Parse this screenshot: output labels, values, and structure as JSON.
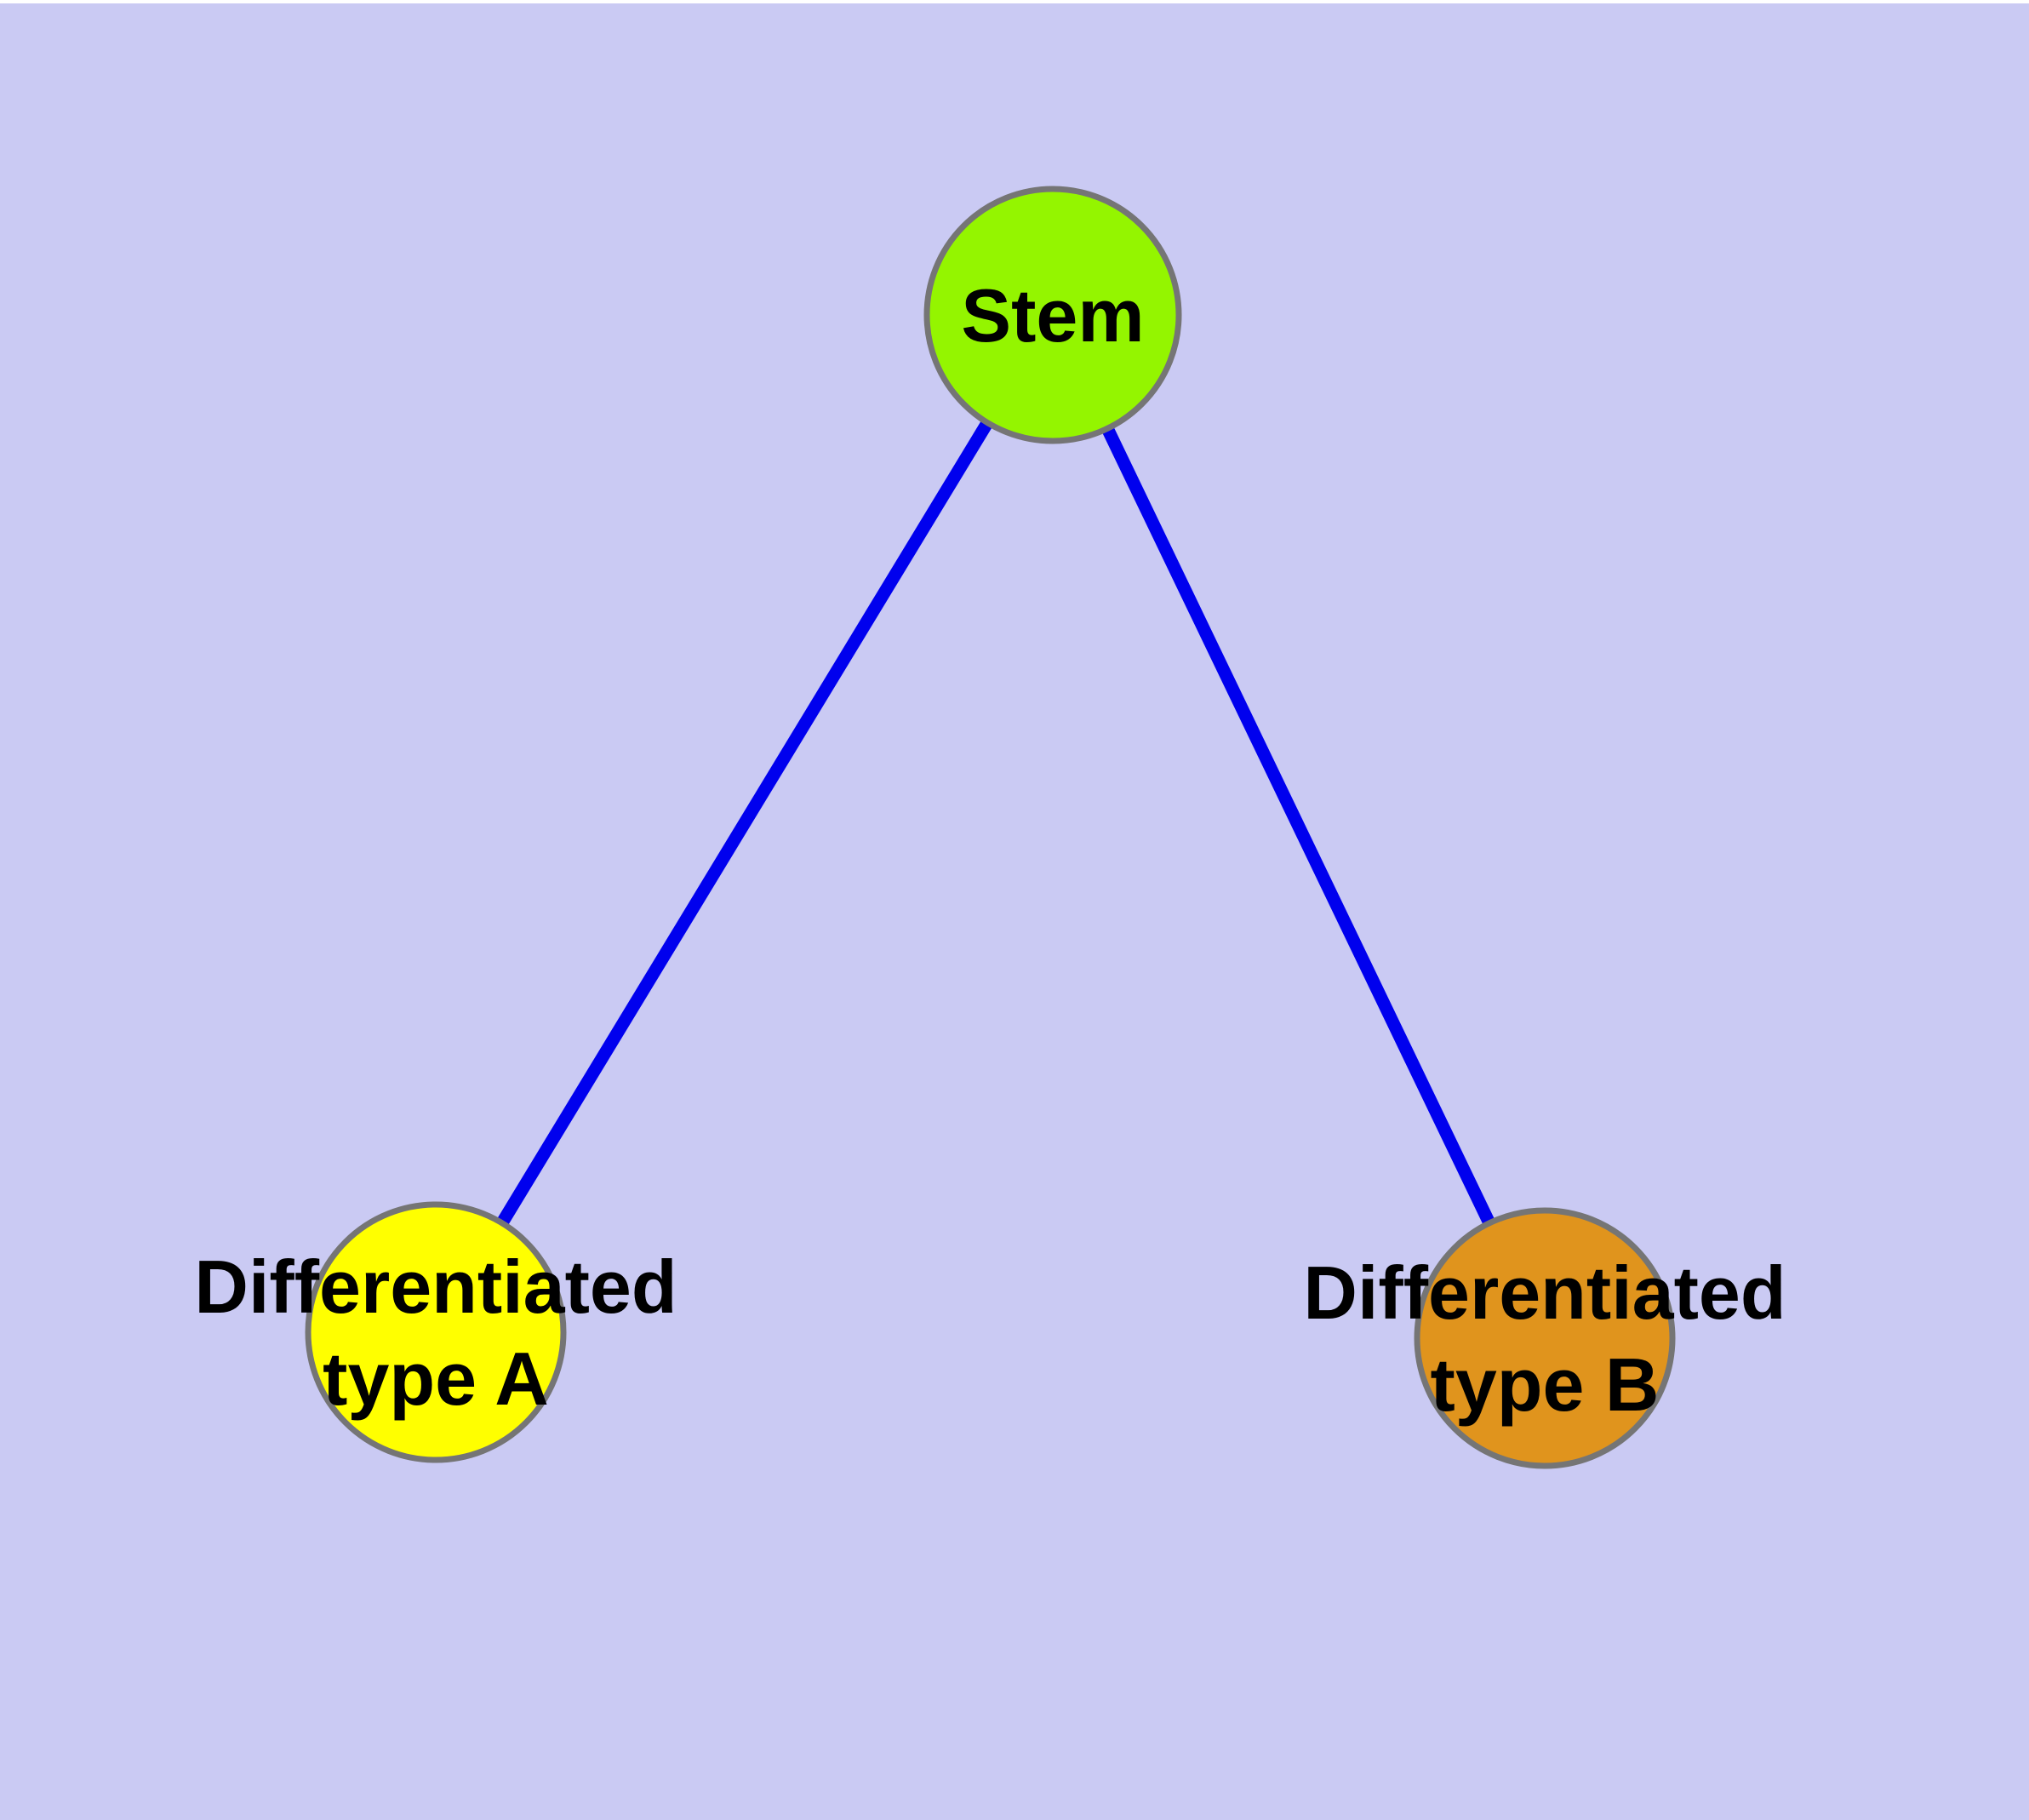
{
  "diagram": {
    "type": "graph",
    "background_color": "#CACAF3",
    "top_margin_color": "#FFFFFF",
    "edge_color": "#0000EE",
    "node_border_color": "#757575",
    "label_color": "#000000",
    "nodes": [
      {
        "id": "stem",
        "label": "Stem",
        "line1": "Stem",
        "color": "#94F500"
      },
      {
        "id": "differentiated-type-a",
        "label": "Differentiated type A",
        "line1": "Differentiated",
        "line2": "type A",
        "color": "#FFFF00"
      },
      {
        "id": "differentiated-type-b",
        "label": "Differentiated type B",
        "line1": "Differentiated",
        "line2": "type B",
        "color": "#E0941D"
      }
    ],
    "edges": [
      {
        "from": "Stem",
        "to": "Differentiated type A"
      },
      {
        "from": "Stem",
        "to": "Differentiated type B"
      }
    ]
  }
}
